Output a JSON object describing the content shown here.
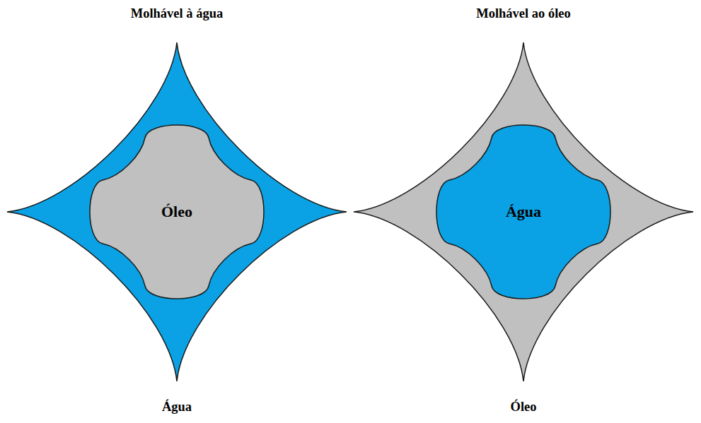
{
  "diagram": {
    "nodes": [
      {
        "text": [
          "Molhável à água",
          "Água"
        ]
      },
      {
        "text": [
          "Óleo"
        ],
        "in": 0
      },
      {
        "text": [
          "Molhável ao óleo",
          "Óleo"
        ]
      },
      {
        "text": [
          "Água"
        ],
        "in": 2
      }
    ]
  }
}
